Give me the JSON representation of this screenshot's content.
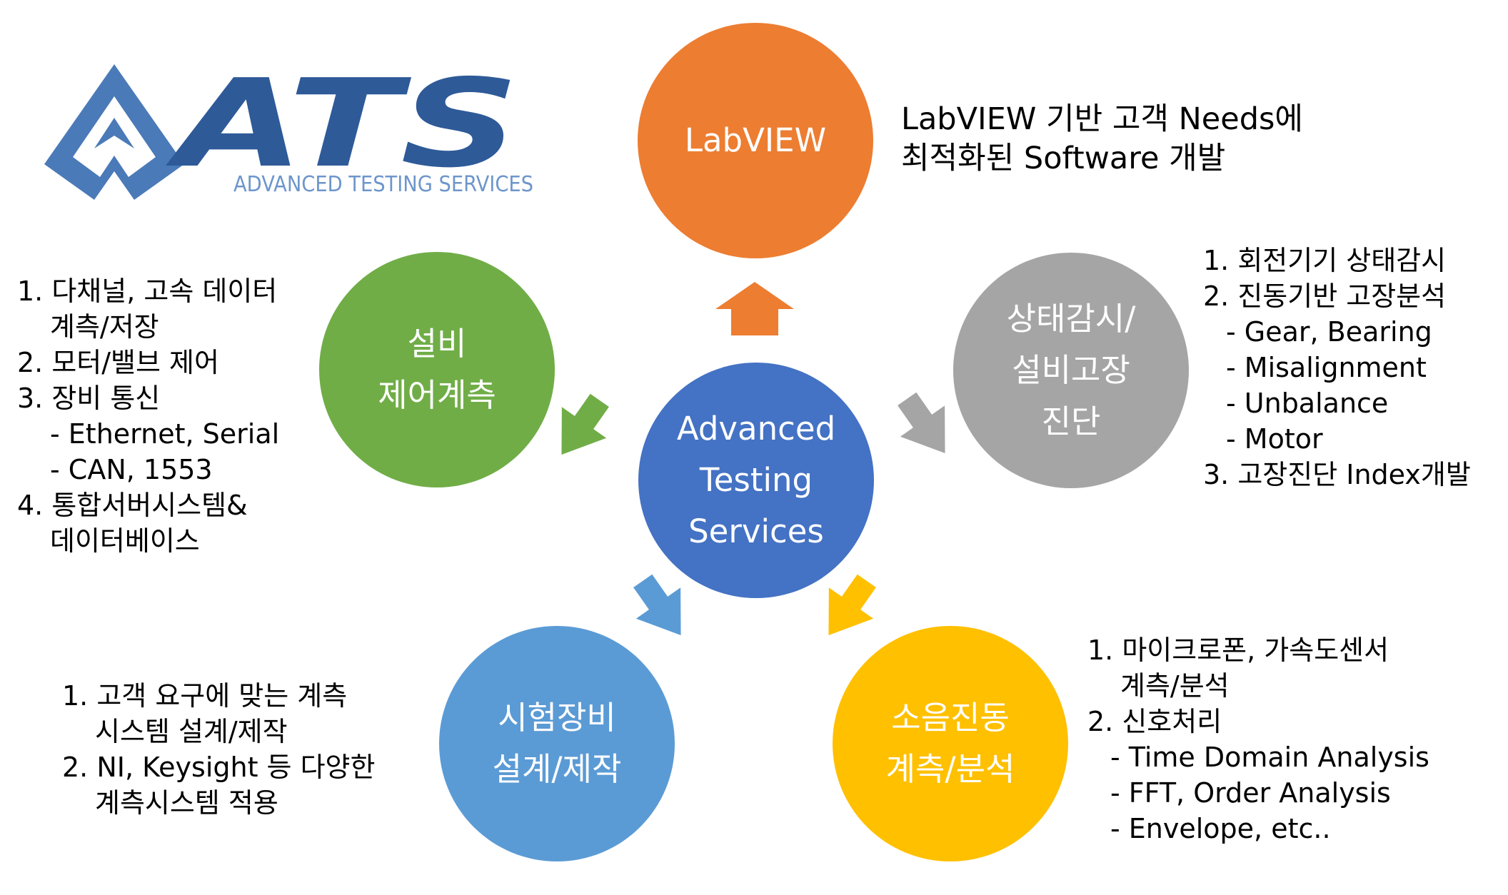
{
  "logo": {
    "letters": "ATS",
    "tagline": "ADVANCED TESTING SERVICES",
    "colors": {
      "dark": "#2e5a98",
      "light": "#6d96cb",
      "arrow": "#4a7ab8"
    }
  },
  "colors": {
    "center": "#4472c4",
    "labview": "#ed7d31",
    "condition": "#a5a5a5",
    "noise": "#ffc000",
    "equipment": "#5b9bd5",
    "facility": "#70ad47"
  },
  "center": {
    "lines": [
      "Advanced",
      "Testing",
      "Services"
    ]
  },
  "nodes": {
    "labview": {
      "lines": [
        "LabVIEW"
      ]
    },
    "condition": {
      "lines": [
        "상태감시/",
        "설비고장",
        "진단"
      ]
    },
    "noise": {
      "lines": [
        "소음진동",
        "계측/분석"
      ]
    },
    "equipment": {
      "lines": [
        "시험장비",
        "설계/제작"
      ]
    },
    "facility": {
      "lines": [
        "설비",
        "제어계측"
      ]
    }
  },
  "descriptions": {
    "labview": [
      "LabVIEW 기반 고객 Needs에",
      "최적화된 Software 개발"
    ],
    "condition": [
      "1. 회전기기 상태감시",
      "2. 진동기반 고장분석",
      "- Gear, Bearing",
      "- Misalignment",
      "- Unbalance",
      "- Motor",
      "3. 고장진단 Index개발"
    ],
    "noise": [
      "1. 마이크로폰, 가속도센서",
      "계측/분석",
      "2. 신호처리",
      "- Time Domain Analysis",
      "- FFT, Order Analysis",
      "- Envelope, etc.."
    ],
    "equipment": [
      "1. 고객 요구에 맞는 계측",
      "시스템 설계/제작",
      "2. NI, Keysight 등 다양한",
      "계측시스템 적용"
    ],
    "facility": [
      "1. 다채널, 고속 데이터",
      "계측/저장",
      "2. 모터/밸브 제어",
      "3. 장비 통신",
      "- Ethernet, Serial",
      "- CAN, 1553",
      "4. 통합서버시스템&",
      "데이터베이스"
    ]
  }
}
